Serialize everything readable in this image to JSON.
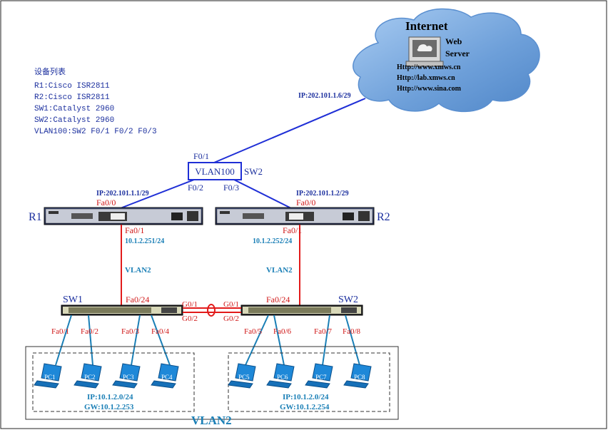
{
  "legend": {
    "title": "设备列表",
    "lines": [
      "R1:Cisco ISR2811",
      "R2:Cisco ISR2811",
      "SW1:Catalyst 2960",
      "SW2:Catalyst 2960",
      "VLAN100:SW2 F0/1 F0/2 F0/3"
    ]
  },
  "internet": {
    "title": "Internet",
    "server_label_1": "Web",
    "server_label_2": "Server",
    "urls": [
      "Http://www.xmws.cn",
      "Http://lab.xmws.cn",
      "Http://www.sina.com"
    ],
    "uplink_ip": "IP:202.101.1.6/29"
  },
  "core_switch": {
    "vlan_label": "VLAN100",
    "name": "SW2",
    "port_up": "F0/1",
    "port_left": "F0/2",
    "port_right": "F0/3"
  },
  "routers": {
    "r1": {
      "name": "R1",
      "wan_ip": "IP:202.101.1.1/29",
      "wan_port": "Fa0/0",
      "lan_port": "Fa0/1",
      "lan_ip": "10.1.2.251/24",
      "vlan": "VLAN2"
    },
    "r2": {
      "name": "R2",
      "wan_ip": "IP:202.101.1.2/29",
      "wan_port": "Fa0/0",
      "lan_port": "Fa0/1",
      "lan_ip": "10.1.2.252/24",
      "vlan": "VLAN2"
    }
  },
  "access_switches": {
    "sw1": {
      "name": "SW1",
      "uplink": "Fa0/24",
      "g1": "G0/1",
      "g2": "G0/2"
    },
    "sw2": {
      "name": "SW2",
      "uplink": "Fa0/24",
      "g1": "G0/1",
      "g2": "G0/2"
    }
  },
  "pc_ports": [
    "Fa0/1",
    "Fa0/2",
    "Fa0/3",
    "Fa0/4",
    "Fa0/5",
    "Fa0/6",
    "Fa0/7",
    "Fa0/8"
  ],
  "pcs": [
    "PC1",
    "PC2",
    "PC3",
    "PC4",
    "PC5",
    "PC6",
    "PC7",
    "PC8"
  ],
  "groups": {
    "left": {
      "ip": "IP:10.1.2.0/24",
      "gw": "GW:10.1.2.253"
    },
    "right": {
      "ip": "IP:10.1.2.0/24",
      "gw": "GW:10.1.2.254"
    }
  },
  "bottom_vlan": "VLAN2",
  "colors": {
    "blue_link": "#1f2fd6",
    "red_link": "#e21b1b",
    "label_blue": "#1b2f9e",
    "label_teal": "#1a7fb6",
    "label_red": "#d01818",
    "cloud": "#8ab6e8"
  }
}
